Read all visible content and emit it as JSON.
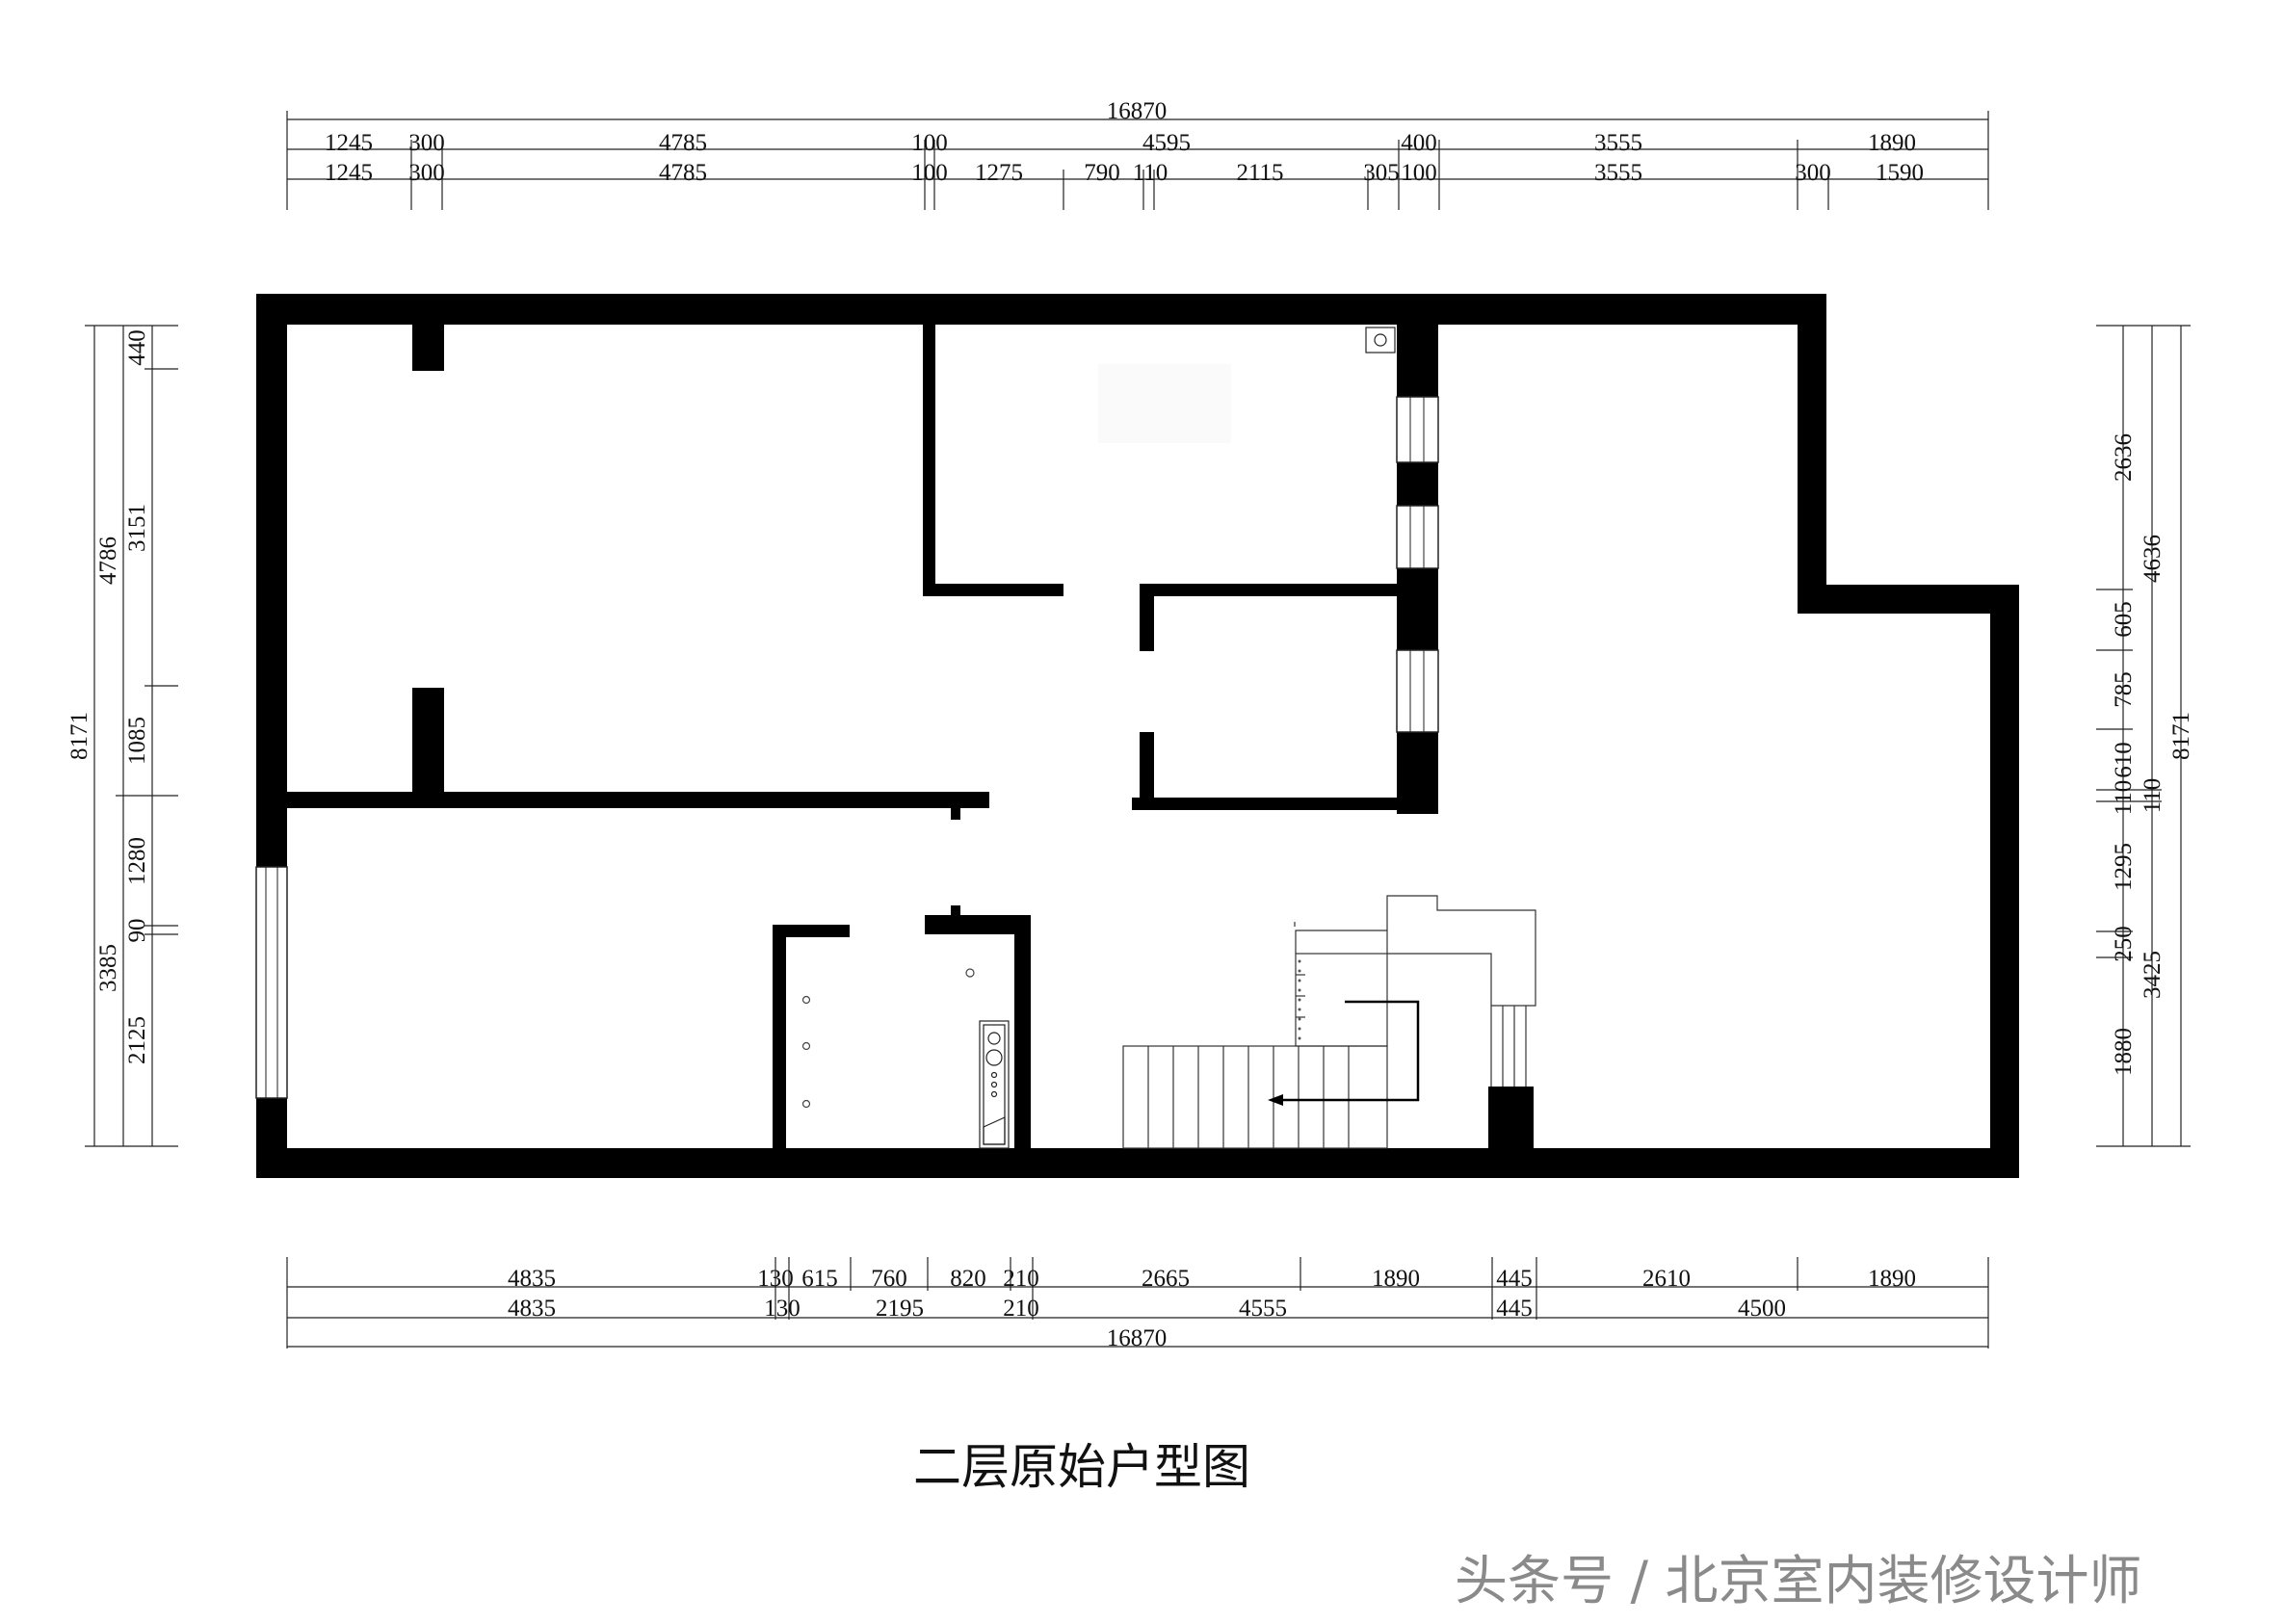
{
  "title": "二层原始户型图",
  "watermark": "头条号 / 北京室内装修设计师",
  "colors": {
    "wall": "#000000",
    "line": "#222222",
    "text": "#111111",
    "watermark": "#8a8a8a"
  },
  "dimensions": {
    "top": {
      "total": "16870",
      "row1": [
        "1245",
        "300",
        "4785",
        "100",
        "4595",
        "400",
        "3555",
        "1890"
      ],
      "row2": [
        "1245",
        "300",
        "4785",
        "100",
        "1275",
        "790",
        "110",
        "2115",
        "305",
        "100",
        "3555",
        "300",
        "1590"
      ]
    },
    "bottom": {
      "row1": [
        "4835",
        "130",
        "615",
        "760",
        "820",
        "210",
        "2665",
        "1890",
        "445",
        "2610",
        "1890"
      ],
      "row2": [
        "4835",
        "130",
        "2195",
        "210",
        "4555",
        "445",
        "4500"
      ],
      "total": "16870"
    },
    "left": {
      "total": "8171",
      "outer": [
        "4786",
        "3385"
      ],
      "inner": [
        "440",
        "3151",
        "1085",
        "1280",
        "90",
        "2125"
      ]
    },
    "right": {
      "total": "8171",
      "outer": [
        "4636",
        "110",
        "3425"
      ],
      "inner": [
        "2636",
        "605",
        "785",
        "610",
        "110",
        "1295",
        "250",
        "1880"
      ]
    }
  }
}
